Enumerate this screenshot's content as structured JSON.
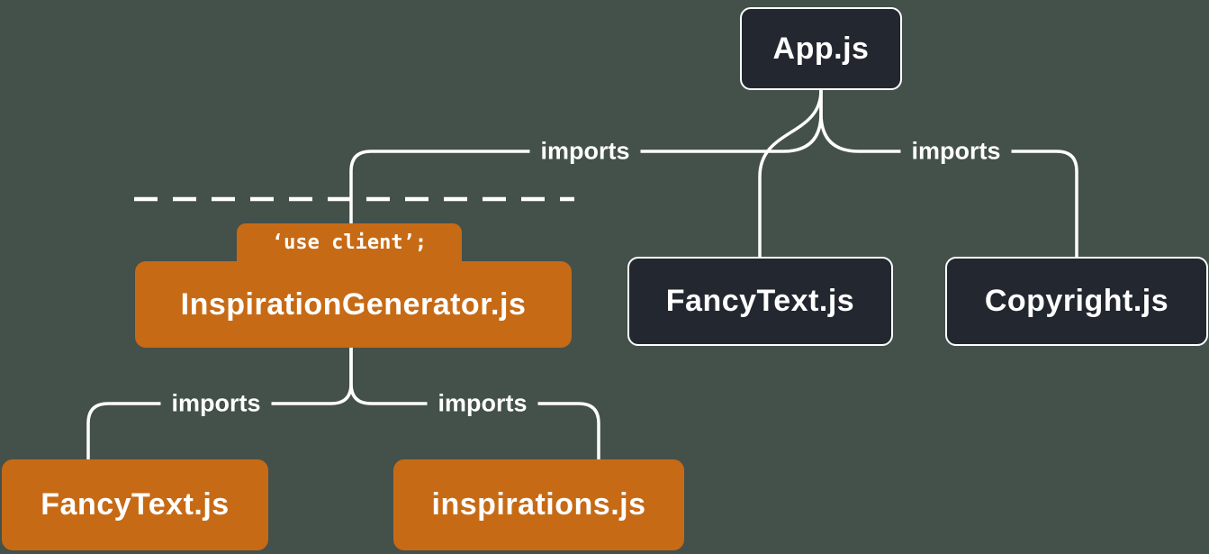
{
  "diagram": {
    "description_label": "module dependency tree",
    "nodes": {
      "app": {
        "label": "App.js",
        "kind": "server"
      },
      "inspiration_generator": {
        "label": "InspirationGenerator.js",
        "directive": "‘use client’;",
        "kind": "client"
      },
      "fancy_text_client": {
        "label": "FancyText.js",
        "kind": "client"
      },
      "inspirations": {
        "label": "inspirations.js",
        "kind": "client"
      },
      "fancy_text_server": {
        "label": "FancyText.js",
        "kind": "server"
      },
      "copyright": {
        "label": "Copyright.js",
        "kind": "server"
      }
    },
    "edges": [
      {
        "from": "App.js",
        "to": "InspirationGenerator.js",
        "label": "imports"
      },
      {
        "from": "App.js",
        "to": "FancyText.js",
        "label": ""
      },
      {
        "from": "App.js",
        "to": "Copyright.js",
        "label": "imports"
      },
      {
        "from": "InspirationGenerator.js",
        "to": "FancyText.js",
        "label": "imports"
      },
      {
        "from": "InspirationGenerator.js",
        "to": "inspirations.js",
        "label": "imports"
      }
    ]
  },
  "colors": {
    "background": "#44504a",
    "line": "#ffffff",
    "text": "#ffffff",
    "dark_box": "#23272f",
    "dark_box_border": "#ffffff",
    "orange_box": "#c76a15"
  }
}
